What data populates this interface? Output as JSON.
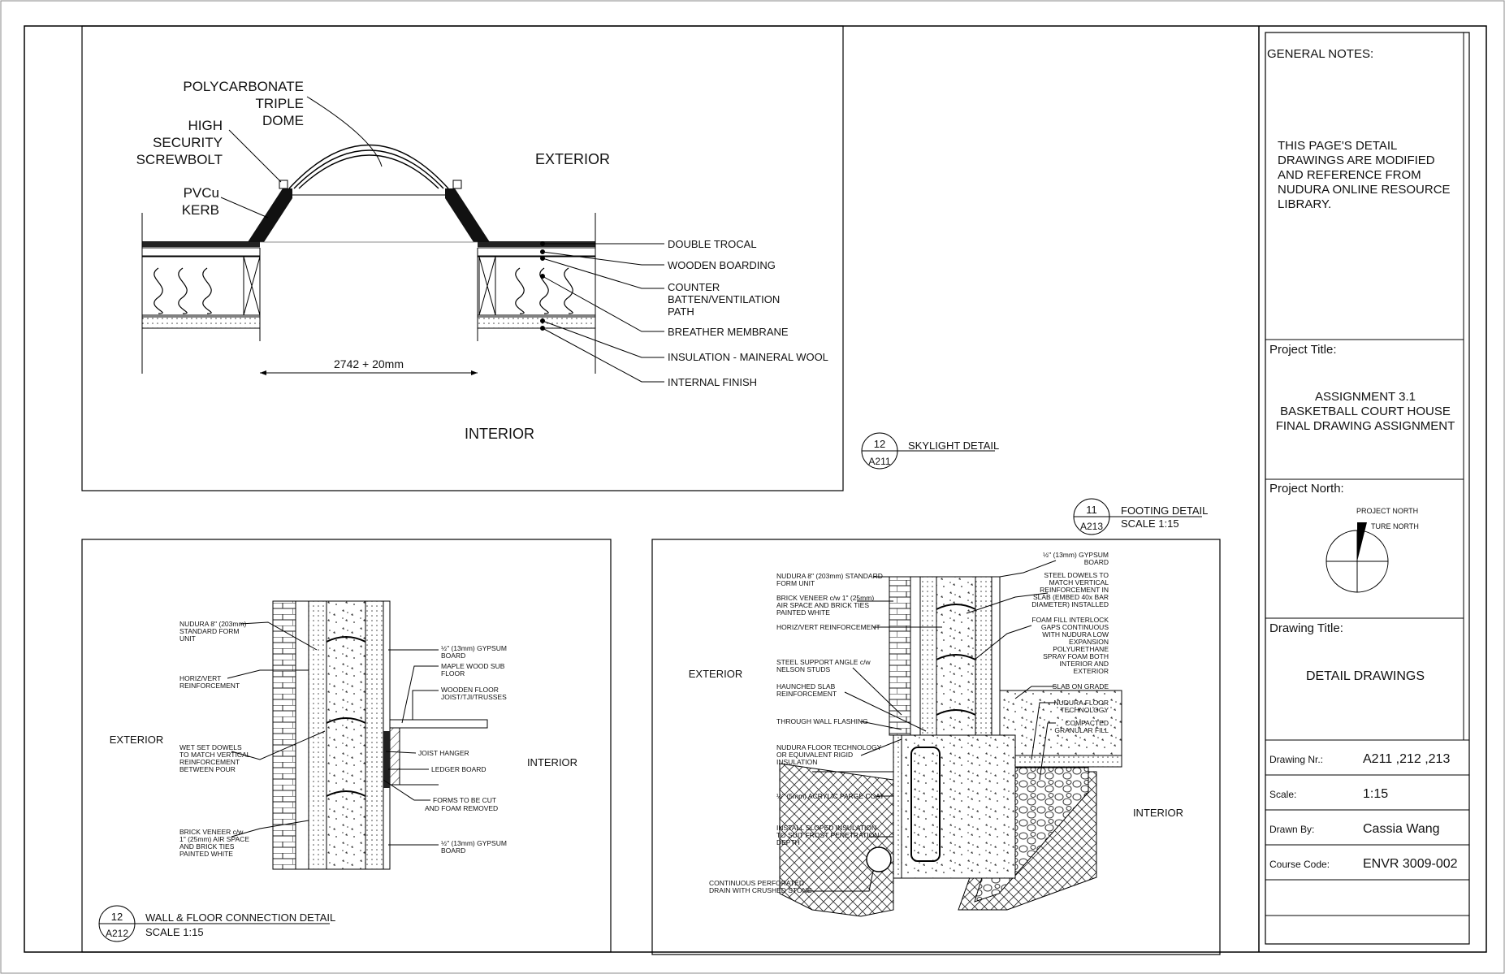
{
  "skylight": {
    "callouts": {
      "dome": [
        "POLYCARBONATE",
        "TRIPLE",
        "DOME"
      ],
      "screwbolt": [
        "HIGH",
        "SECURITY",
        "SCREWBOLT"
      ],
      "kerb": [
        "PVCu",
        "KERB"
      ]
    },
    "exterior": "EXTERIOR",
    "interior": "INTERIOR",
    "dimension": "2742 + 20mm",
    "layers": [
      "DOUBLE TROCAL",
      "WOODEN BOARDING",
      "COUNTER",
      "BATTEN/VENTILATION",
      "PATH",
      "BREATHER MEMBRANE",
      "INSULATION - MAINERAL WOOL",
      "INTERNAL FINISH"
    ],
    "tag": {
      "num": "12",
      "sheet": "A211",
      "title": "SKYLIGHT DETAIL"
    }
  },
  "footing": {
    "tag": {
      "num": "11",
      "sheet": "A213",
      "title": "FOOTING DETAIL",
      "scale": "SCALE 1:15"
    },
    "exterior": "EXTERIOR",
    "interior": "INTERIOR",
    "left_notes": [
      [
        "NUDURA 8\" (203mm) STANDARD",
        "FORM UNIT"
      ],
      [
        "BRICK VENEER c/w 1\" (25mm)",
        "AIR SPACE AND BRICK TIES",
        "PAINTED WHITE"
      ],
      [
        "HORIZ/VERT  REINFORCEMENT"
      ],
      [
        "STEEL SUPPORT ANGLE c/w",
        "NELSON STUDS"
      ],
      [
        "HAUNCHED SLAB",
        "REINFORCEMENT"
      ],
      [
        "THROUGH WALL FLASHING"
      ],
      [
        "NUDURA FLOOR TECHNOLOGY",
        "OR EQUIVALENT RIGID",
        "INSULATION"
      ],
      [
        "½\" (5mm) ACRYLIC PARGE COAT"
      ],
      [
        "INSTALL SLOPED INSULATION",
        "TO SUIT FROST PENETRATION",
        "DEPTH"
      ],
      [
        "CONTINUOUS PERFORATED",
        "DRAIN WITH CRUSHED STONE"
      ]
    ],
    "right_notes": [
      [
        "½\" (13mm) GYPSUM",
        "BOARD"
      ],
      [
        "STEEL DOWELS TO",
        "MATCH VERTICAL",
        "REINFORCEMENT IN",
        "SLAB (EMBED 40x BAR",
        "DIAMETER) INSTALLED"
      ],
      [
        "FOAM FILL INTERLOCK",
        "GAPS CONTINUOUS",
        "WITH NUDURA LOW",
        "EXPANSION",
        "POLYURETHANE",
        "SPRAY FOAM BOTH",
        "INTERIOR AND",
        "EXTERIOR"
      ],
      [
        "SLAB ON GRADE"
      ],
      [
        "NUDURA FLOOR",
        "TECHNOLOGY"
      ],
      [
        "COMPACTED",
        "GRANULAR FILL"
      ]
    ]
  },
  "wall_floor": {
    "tag": {
      "num": "12",
      "sheet": "A212",
      "title": "WALL & FLOOR CONNECTION DETAIL",
      "scale": "SCALE 1:15"
    },
    "exterior": "EXTERIOR",
    "interior": "INTERIOR",
    "left_notes": [
      [
        "NUDURA 8\" (203mm)",
        "STANDARD FORM",
        "UNIT"
      ],
      [
        "HORIZ/VERT",
        "REINFORCEMENT"
      ],
      [
        "WET SET DOWELS",
        "TO MATCH VERTICAL",
        "REINFORCEMENT",
        "BETWEEN POUR"
      ],
      [
        "BRICK VENEER c/w",
        "1\" (25mm) AIR SPACE",
        "AND BRICK TIES",
        "PAINTED WHITE"
      ]
    ],
    "right_notes": [
      [
        "½\" (13mm) GYPSUM",
        "BOARD"
      ],
      [
        "MAPLE WOOD SUB",
        "FLOOR"
      ],
      [
        "WOODEN FLOOR",
        "JOIST/TJI/TRUSSES"
      ],
      [
        "JOIST HANGER"
      ],
      [
        "LEDGER BOARD"
      ],
      [
        "FORMS TO BE CUT",
        "AND FOAM REMOVED"
      ],
      [
        "½\" (13mm) GYPSUM",
        "BOARD"
      ]
    ]
  },
  "title_block": {
    "general_notes_label": "GENERAL NOTES:",
    "general_notes": [
      "THIS PAGE'S  DETAIL",
      "DRAWINGS ARE MODIFIED",
      "AND REFERENCE  FROM",
      "NUDURA ONLINE RESOURCE",
      "LIBRARY."
    ],
    "project_title_label": "Project Title:",
    "project_title": [
      "ASSIGNMENT 3.1",
      "BASKETBALL COURT HOUSE",
      "FINAL DRAWING ASSIGNMENT"
    ],
    "project_north_label": "Project North:",
    "project_north_text": "PROJECT NORTH",
    "true_north_text": "TURE NORTH",
    "drawing_title_label": "Drawing Title:",
    "drawing_title": "DETAIL DRAWINGS",
    "rows": [
      {
        "label": "Drawing Nr.:",
        "value": "A211 ,212 ,213"
      },
      {
        "label": "Scale:",
        "value": "1:15"
      },
      {
        "label": "Drawn By:",
        "value": "Cassia Wang"
      },
      {
        "label": "Course Code:",
        "value": "ENVR 3009-002"
      }
    ]
  }
}
